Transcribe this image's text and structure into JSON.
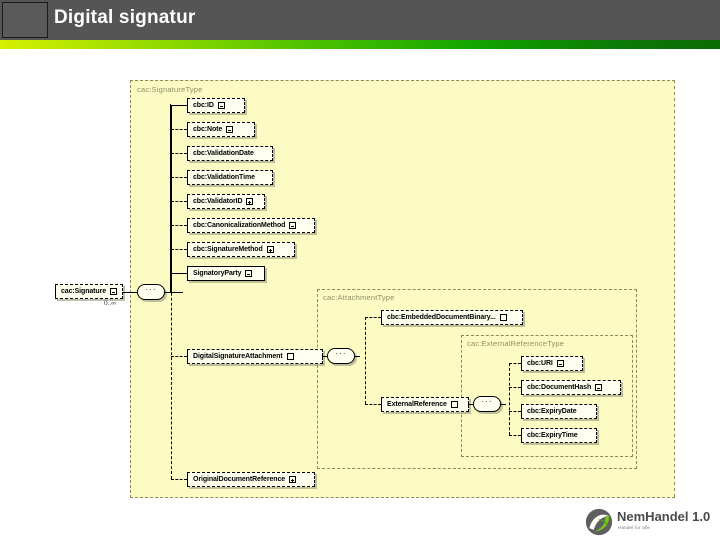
{
  "header": {
    "title": "Digital signatur",
    "logo_placeholder": "logo-box"
  },
  "diagram": {
    "root": {
      "label": "cac:Signature",
      "occurrence": "0..∞"
    },
    "groups": [
      {
        "label": "cac:SignatureType"
      },
      {
        "label": "cac:AttachmentType"
      },
      {
        "label": "cac:ExternalReferenceType"
      }
    ],
    "signature_type_children": [
      {
        "label": "cbc:ID",
        "expander": "minus",
        "optional": false,
        "solid": false
      },
      {
        "label": "cbc:Note",
        "expander": "minus",
        "optional": true,
        "solid": false
      },
      {
        "label": "cbc:ValidationDate",
        "expander": "none",
        "optional": true,
        "solid": false
      },
      {
        "label": "cbc:ValidationTime",
        "expander": "none",
        "optional": true,
        "solid": false
      },
      {
        "label": "cbc:ValidatorID",
        "expander": "plus",
        "optional": true,
        "solid": false
      },
      {
        "label": "cbc:CanonicalizationMethod",
        "expander": "minus",
        "optional": true,
        "solid": false
      },
      {
        "label": "cbc:SignatureMethod",
        "expander": "plus",
        "optional": true,
        "solid": false
      },
      {
        "label": "SignatoryParty",
        "expander": "minus",
        "optional": false,
        "solid": true
      },
      {
        "label": "DigitalSignatureAttachment",
        "expander": "blank",
        "optional": true,
        "solid": false
      },
      {
        "label": "OriginalDocumentReference",
        "expander": "plus",
        "optional": true,
        "solid": false
      }
    ],
    "attachment_type_children": [
      {
        "label": "cbc:EmbeddedDocumentBinary...",
        "expander": "blank",
        "optional": true,
        "solid": false
      },
      {
        "label": "ExternalReference",
        "expander": "blank",
        "optional": true,
        "solid": false
      }
    ],
    "external_reference_type_children": [
      {
        "label": "cbc:URI",
        "expander": "minus",
        "optional": true,
        "solid": false
      },
      {
        "label": "cbc:DocumentHash",
        "expander": "minus",
        "optional": true,
        "solid": false
      },
      {
        "label": "cbc:ExpiryDate",
        "expander": "none",
        "optional": true,
        "solid": false
      },
      {
        "label": "cbc:ExpiryTime",
        "expander": "none",
        "optional": true,
        "solid": false
      }
    ],
    "compositors": [
      {
        "name": "root-sequence",
        "glyph": "···"
      },
      {
        "name": "attachment-sequence",
        "glyph": "···"
      },
      {
        "name": "external-sequence",
        "glyph": "···"
      }
    ]
  },
  "footer": {
    "brand": "NemHandel 1.0",
    "tagline": "Handel for alle"
  },
  "colors": {
    "header_bg": "#555555",
    "accent_green": "#4fc400",
    "diagram_bg": "#fcfbc4",
    "node_bg": "#fffff0"
  }
}
